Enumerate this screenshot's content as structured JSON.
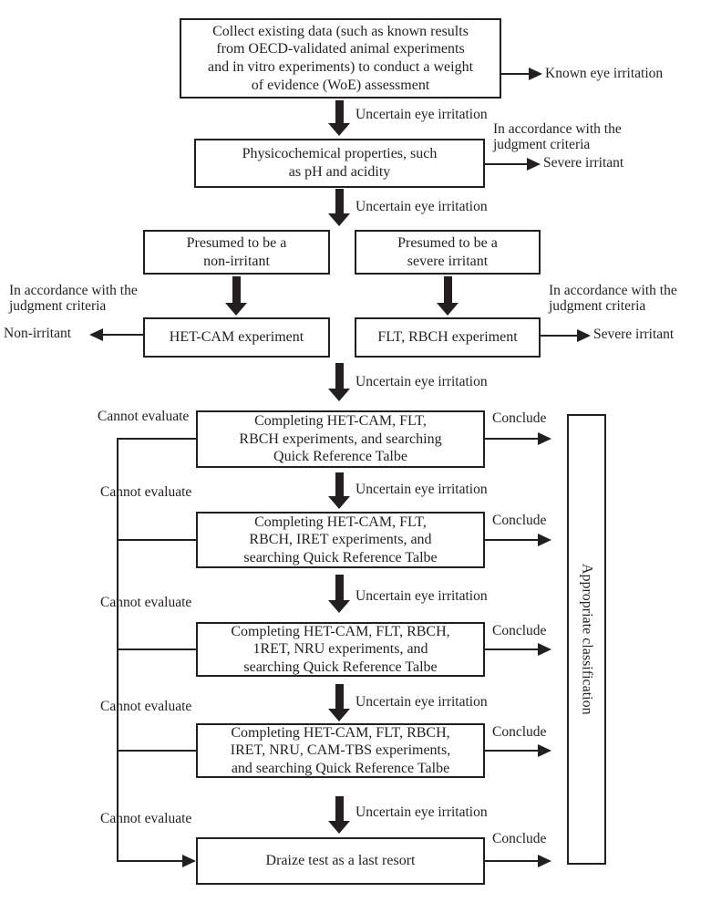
{
  "diagram": {
    "boxes": {
      "collect": "Collect existing data (such as known results\nfrom OECD-validated animal experiments\nand in vitro experiments) to conduct a weight\nof evidence (WoE) assessment",
      "phys": "Physicochemical properties, such\nas pH and acidity",
      "presumed_non": "Presumed to be a\nnon-irritant",
      "presumed_severe": "Presumed to be a\nsevere irritant",
      "hetcam": "HET-CAM experiment",
      "flt": "FLT, RBCH experiment",
      "chain1": "Completing HET-CAM, FLT,\nRBCH experiments, and searching\nQuick Reference Talbe",
      "chain2": "Completing HET-CAM, FLT,\nRBCH, IRET experiments, and\nsearching Quick Reference Talbe",
      "chain3": "Completing HET-CAM, FLT, RBCH,\n1RET, NRU experiments, and\nsearching Quick Reference Talbe",
      "chain4": "Completing HET-CAM, FLT, RBCH,\nIRET, NRU, CAM-TBS experiments,\nand searching Quick Reference Talbe",
      "draize": "Draize test as a last resort",
      "classification": "Appropriate classification"
    },
    "labels": {
      "known": "Known eye irritation",
      "uncertain": "Uncertain eye irritation",
      "accordance": "In accordance with the\njudgment criteria",
      "severe": "Severe irritant",
      "non_irritant": "Non-irritant",
      "cannot": "Cannot evaluate",
      "conclude": "Conclude"
    },
    "colors": {
      "ink": "#231f20",
      "background": "#ffffff"
    }
  }
}
